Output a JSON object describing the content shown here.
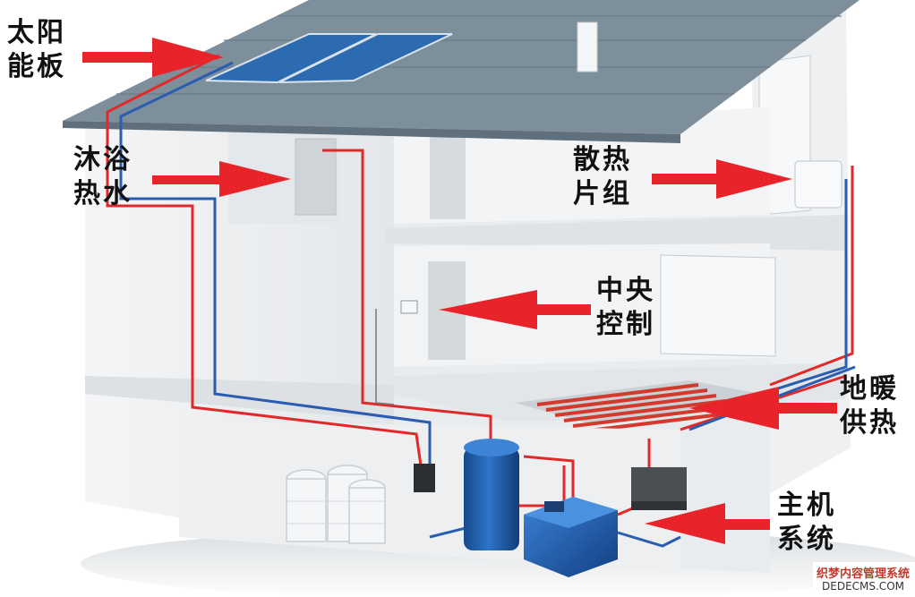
{
  "labels": {
    "solar_panel": [
      "太阳",
      "能板"
    ],
    "shower_hot_water": [
      "沐浴",
      "热水"
    ],
    "radiator_group": [
      "散热",
      "片组"
    ],
    "central_control": [
      "中央",
      "控制"
    ],
    "floor_heating": [
      "地暖",
      "供热"
    ],
    "main_unit": [
      "主机",
      "系统"
    ]
  },
  "watermark": {
    "bottom_right_line1": "织梦内容管理系统",
    "bottom_right_line2": "DEDECMS.COM"
  },
  "colors": {
    "arrow": "#e8232a",
    "hot_pipe": "#e02a2a",
    "cold_pipe": "#2a5db0",
    "roof": "#7e8f9c",
    "solar": "#2c6bb0",
    "tank": "#1f5fb0",
    "label_text": "#111111"
  }
}
